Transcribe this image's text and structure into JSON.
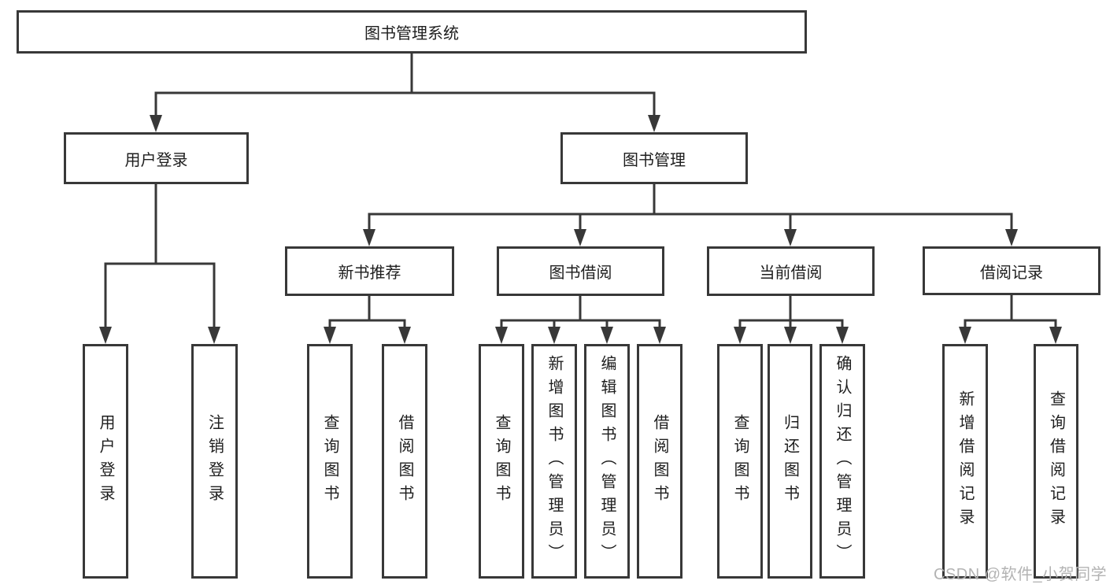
{
  "diagram": {
    "type": "hierarchy-tree",
    "title": "图书管理系统",
    "colors": {
      "line": "#383838",
      "box_border": "#383838",
      "box_fill": "#ffffff",
      "text": "#1e1e1e",
      "watermark": "#b3b3b3",
      "background": "#ffffff"
    },
    "nodes": {
      "root": "图书管理系统",
      "user_login": "用户登录",
      "book_management": "图书管理",
      "leaf_user_login": "用户登录",
      "leaf_logout": "注销登录",
      "new_book_recommend": "新书推荐",
      "book_borrow": "图书借阅",
      "current_borrow": "当前借阅",
      "borrow_record": "借阅记录",
      "nb_query_book": "查询图书",
      "nb_borrow_book": "借阅图书",
      "bb_query_book": "查询图书",
      "bb_add_book": "新增图书（管理员）",
      "bb_edit_book": "编辑图书（管理员）",
      "bb_borrow_book": "借阅图书",
      "cb_query_book": "查询图书",
      "cb_return_book": "归还图书",
      "cb_confirm_return": "确认归还（管理员）",
      "br_add_record": "新增借阅记录",
      "br_query_record": "查询借阅记录"
    },
    "hierarchy": {
      "图书管理系统": {
        "用户登录": [
          "用户登录",
          "注销登录"
        ],
        "图书管理": {
          "新书推荐": [
            "查询图书",
            "借阅图书"
          ],
          "图书借阅": [
            "查询图书",
            "新增图书（管理员）",
            "编辑图书（管理员）",
            "借阅图书"
          ],
          "当前借阅": [
            "查询图书",
            "归还图书",
            "确认归还（管理员）"
          ],
          "借阅记录": [
            "新增借阅记录",
            "查询借阅记录"
          ]
        }
      }
    }
  },
  "watermark": {
    "text": "CSDN @软件_小贺同学"
  }
}
